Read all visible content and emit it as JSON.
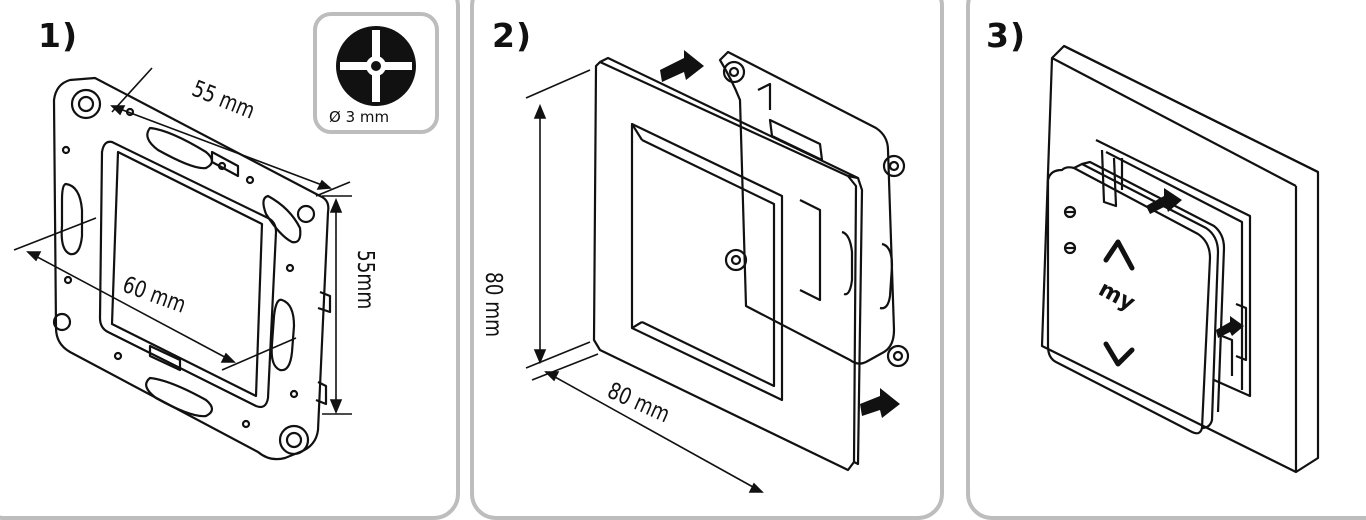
{
  "steps": {
    "step1": "1)",
    "step2": "2)",
    "step3": "3)"
  },
  "panel1": {
    "dim_width": "55 mm",
    "dim_height": "55mm",
    "dim_diagonal": "60 mm",
    "screwdriver_label": "Ø 3 mm"
  },
  "panel2": {
    "dim_height": "80 mm",
    "dim_width": "80 mm"
  },
  "panel3": {
    "button_label": "my"
  },
  "colors": {
    "line": "#111111",
    "panel_border": "#bdbdbd",
    "background": "#ffffff"
  }
}
